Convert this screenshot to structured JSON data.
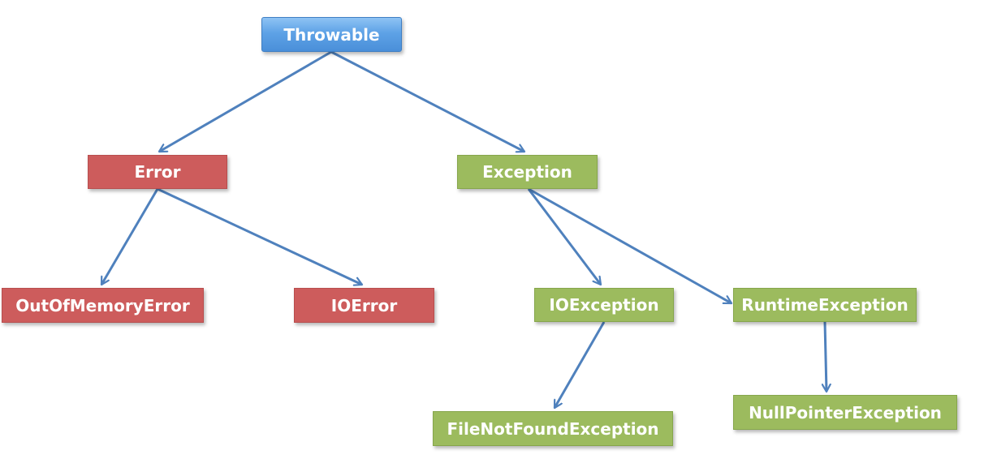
{
  "colors": {
    "root_fill": "#5ea2e6",
    "error_fill": "#cd5c5c",
    "exception_fill": "#9cbb5e",
    "arrow": "#4f81bd",
    "label_text": "#ffffff"
  },
  "nodes": {
    "throwable": "Throwable",
    "error": "Error",
    "exception": "Exception",
    "out_of_memory_error": "OutOfMemoryError",
    "io_error": "IOError",
    "io_exception": "IOException",
    "runtime_exception": "RuntimeException",
    "file_not_found_exception": "FileNotFoundException",
    "null_pointer_exception": "NullPointerException"
  }
}
